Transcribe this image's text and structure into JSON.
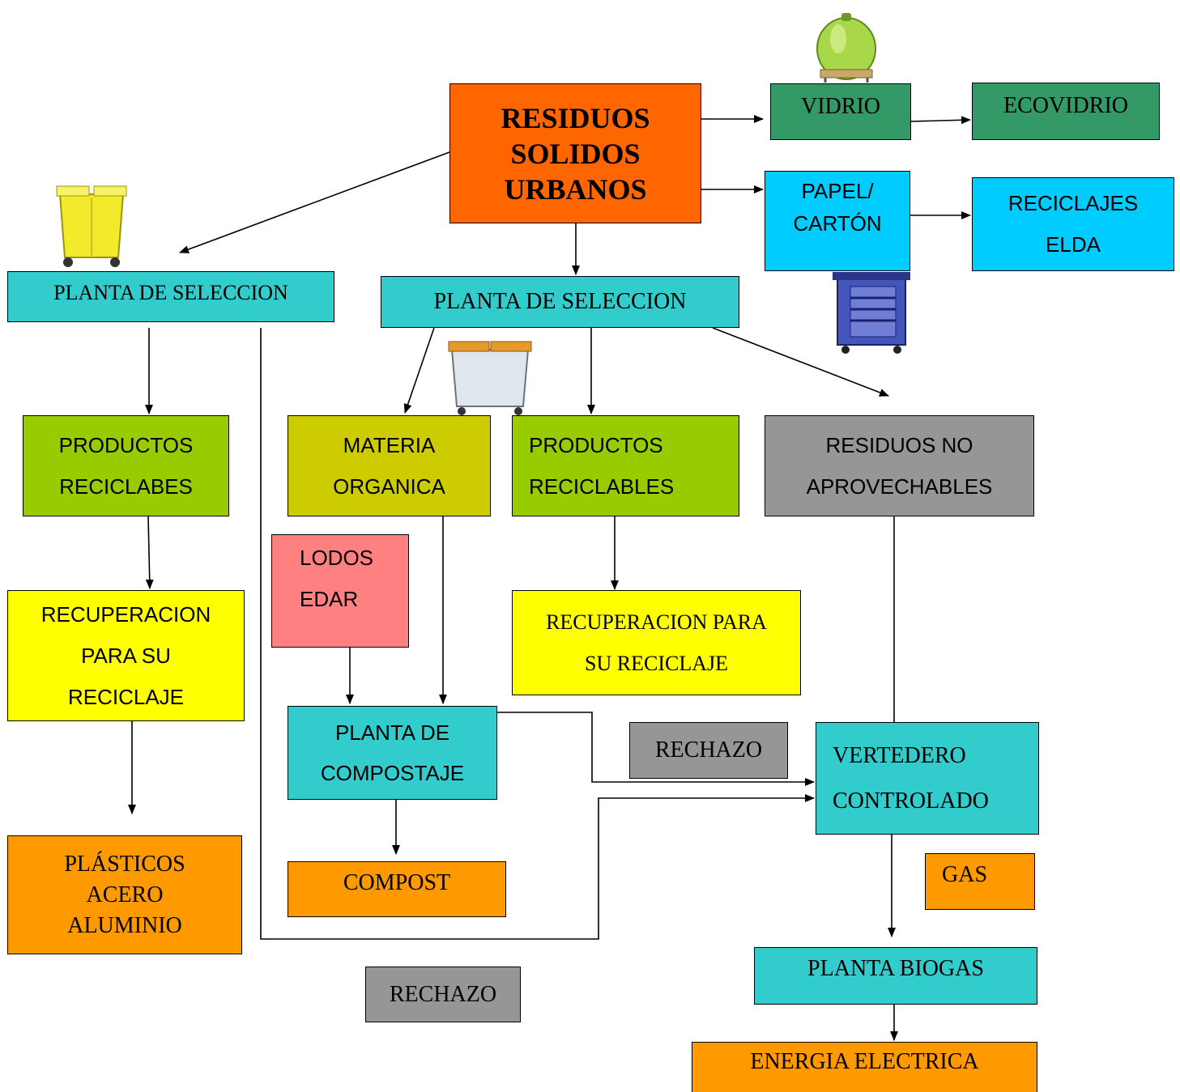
{
  "colors": {
    "orange_red": "#FF6600",
    "green_dark": "#339966",
    "cyan": "#00CCFF",
    "teal": "#33CCCC",
    "lime": "#99CC00",
    "olive": "#CCCC00",
    "gray": "#969696",
    "pink": "#FF8080",
    "yellow": "#FFFF00",
    "orange": "#FF9900"
  },
  "icons": [
    "green-glass-container-icon",
    "yellow-container-icon",
    "blue-paper-container-icon",
    "gray-organic-container-icon"
  ],
  "nodes": {
    "rsu": {
      "line1": "RESIDUOS",
      "line2": "SOLIDOS",
      "line3": "URBANOS"
    },
    "vidrio": "VIDRIO",
    "ecovidrio": "ECOVIDRIO",
    "papel": {
      "line1": "PAPEL/",
      "line2": "CARTÓN"
    },
    "reciclajes": {
      "line1": "RECICLAJES",
      "line2": "ELDA"
    },
    "planta_sel_left": "PLANTA DE SELECCION",
    "planta_sel_center": "PLANTA DE SELECCION",
    "prod_left": {
      "line1": "PRODUCTOS",
      "line2": "RECICLABES"
    },
    "materia": {
      "line1": "MATERIA",
      "line2": "ORGANICA"
    },
    "prod_center": {
      "line1": "PRODUCTOS",
      "line2": "RECICLABLES"
    },
    "no_aprov": {
      "line1": "RESIDUOS NO",
      "line2": "APROVECHABLES"
    },
    "lodos": {
      "line1": "LODOS",
      "line2": "EDAR"
    },
    "recup_left": {
      "line1": "RECUPERACION",
      "line2": "PARA SU",
      "line3": "RECICLAJE"
    },
    "recup_center": {
      "line1": "RECUPERACION PARA",
      "line2": "SU RECICLAJE"
    },
    "compostaje": {
      "line1": "PLANTA DE",
      "line2": "COMPOSTAJE"
    },
    "rechazo_top": "RECHAZO",
    "vertedero": {
      "line1": "VERTEDERO",
      "line2": "CONTROLADO"
    },
    "plasticos": {
      "line1": "PLÁSTICOS",
      "line2": "ACERO",
      "line3": "ALUMINIO"
    },
    "compost": "COMPOST",
    "gas": "GAS",
    "rechazo_bottom": "RECHAZO",
    "biogas": "PLANTA BIOGAS",
    "energia": "ENERGIA ELECTRICA"
  }
}
